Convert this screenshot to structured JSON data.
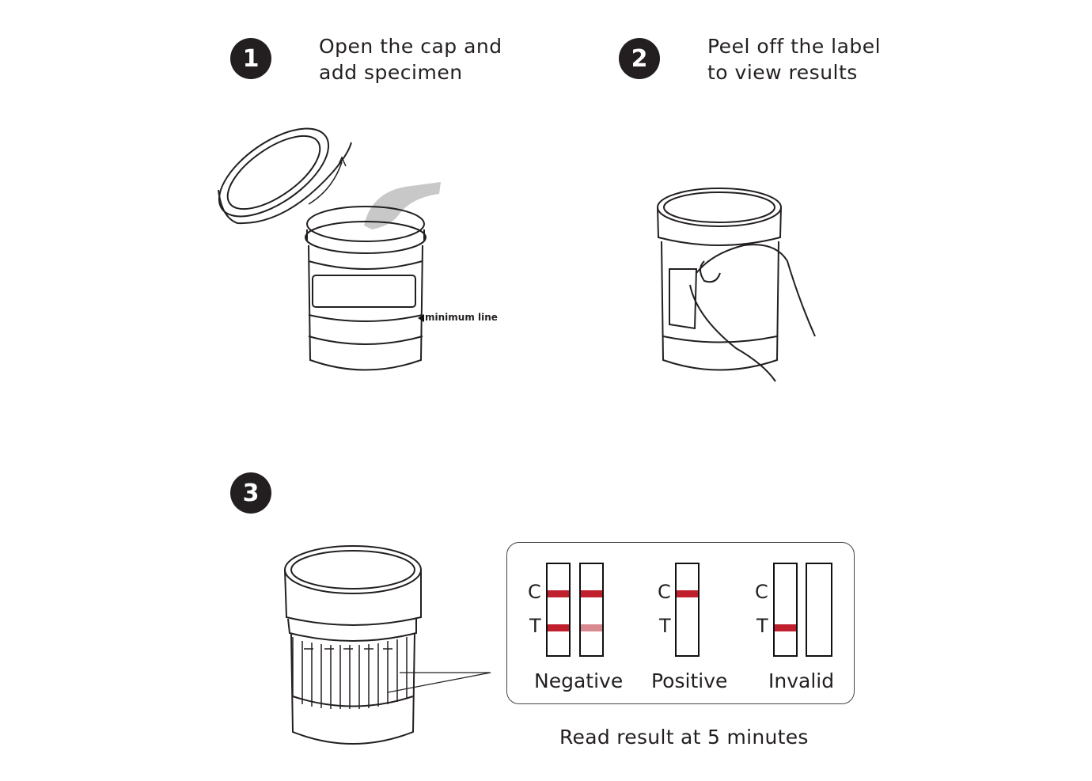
{
  "steps": [
    {
      "number": "1",
      "line1": "Open the cap and",
      "line2": "add specimen"
    },
    {
      "number": "2",
      "line1": "Peel off the label",
      "line2": "to view results"
    },
    {
      "number": "3"
    }
  ],
  "step1_callout": "minimum line",
  "results": {
    "c_label": "C",
    "t_label": "T",
    "negative": "Negative",
    "positive": "Positive",
    "invalid": "Invalid",
    "footer": "Read result at 5 minutes"
  },
  "colors": {
    "line": "#c0202e",
    "faint_line": "#d98a90",
    "ink": "#231f20"
  }
}
